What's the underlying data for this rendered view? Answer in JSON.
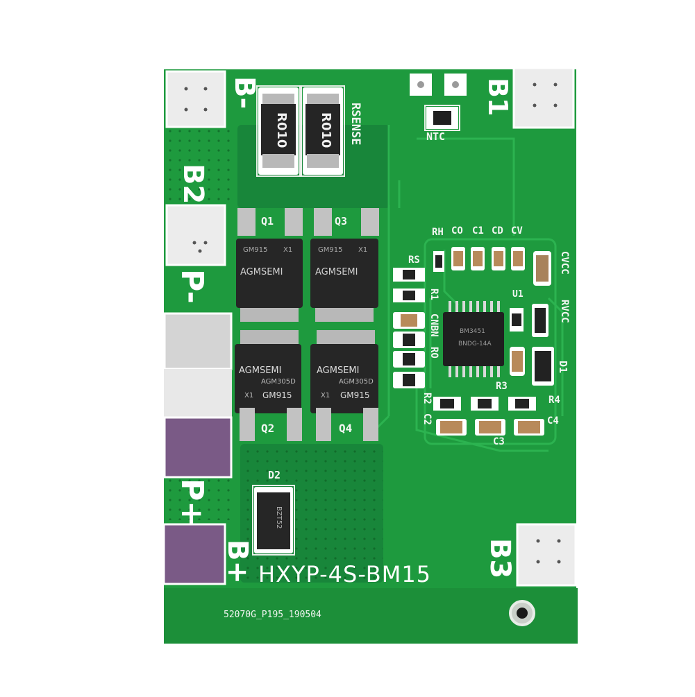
{
  "board": {
    "model": "HXYP-4S-BM15",
    "batch": "52070G_P195_190504",
    "colors": {
      "pcb": "#1e9a3e",
      "pcb_dark": "#157a2f",
      "trace": "#23a845",
      "silkscreen": "#f2f6f2",
      "pad": "#e6e6e6",
      "chip": "#232323"
    }
  },
  "pads": {
    "b_minus": "B-",
    "b1": "B1",
    "b2": "B2",
    "p_minus": "P-",
    "p_plus": "P+",
    "b_plus": "B+",
    "b3": "B3"
  },
  "refdes": {
    "rsense": "RSENSE",
    "ntc": "NTC",
    "q1": "Q1",
    "q2": "Q2",
    "q3": "Q3",
    "q4": "Q4",
    "d1": "D1",
    "d2": "D2",
    "rh": "RH",
    "co": "CO",
    "c1": "C1",
    "cd": "CD",
    "cv": "CV",
    "cvcc": "CVCC",
    "rvcc": "RVCC",
    "rs": "RS",
    "r1": "R1",
    "u1": "U1",
    "cnbn": "CNBN",
    "ro": "RO",
    "r3": "R3",
    "r4": "R4",
    "r2": "R2",
    "c2": "C2",
    "c3": "C3",
    "c4": "C4"
  },
  "parts": {
    "shunt_marking": "R010",
    "mosfet_brand": "AGMSEMI",
    "mosfet_part": "AGM305D",
    "mosfet_x": "X1",
    "mosfet_code": "GM915",
    "ic_marking_1": "BM3451",
    "ic_marking_2": "BNDG-14A",
    "diode_marking": "BZT52"
  }
}
